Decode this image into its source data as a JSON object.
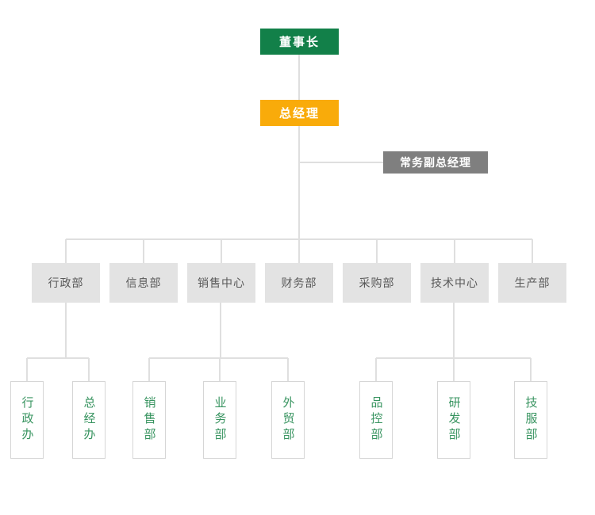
{
  "org_chart": {
    "chairman": {
      "label": "董事长"
    },
    "general_manager": {
      "label": "总经理"
    },
    "deputy_general_manager": {
      "label": "常务副总经理"
    },
    "departments": [
      {
        "label": "行政部"
      },
      {
        "label": "信息部"
      },
      {
        "label": "销售中心"
      },
      {
        "label": "财务部"
      },
      {
        "label": "采购部"
      },
      {
        "label": "技术中心"
      },
      {
        "label": "生产部"
      }
    ],
    "sub_departments": [
      {
        "label": "行政办",
        "parent": "行政部"
      },
      {
        "label": "总经办",
        "parent": "行政部"
      },
      {
        "label": "销售部",
        "parent": "销售中心"
      },
      {
        "label": "业务部",
        "parent": "销售中心"
      },
      {
        "label": "外贸部",
        "parent": "销售中心"
      },
      {
        "label": "品控部",
        "parent": "技术中心"
      },
      {
        "label": "研发部",
        "parent": "技术中心"
      },
      {
        "label": "技服部",
        "parent": "技术中心"
      }
    ]
  },
  "colors": {
    "chairman_bg": "#128049",
    "general_manager_bg": "#f9ab0a",
    "deputy_bg": "#7f7f7f",
    "department_bg": "#e3e3e3",
    "department_text": "#595959",
    "sub_department_text": "#389460",
    "sub_department_border": "#d6d6d6",
    "connector_line": "#dfdfdf",
    "background": "#ffffff"
  }
}
